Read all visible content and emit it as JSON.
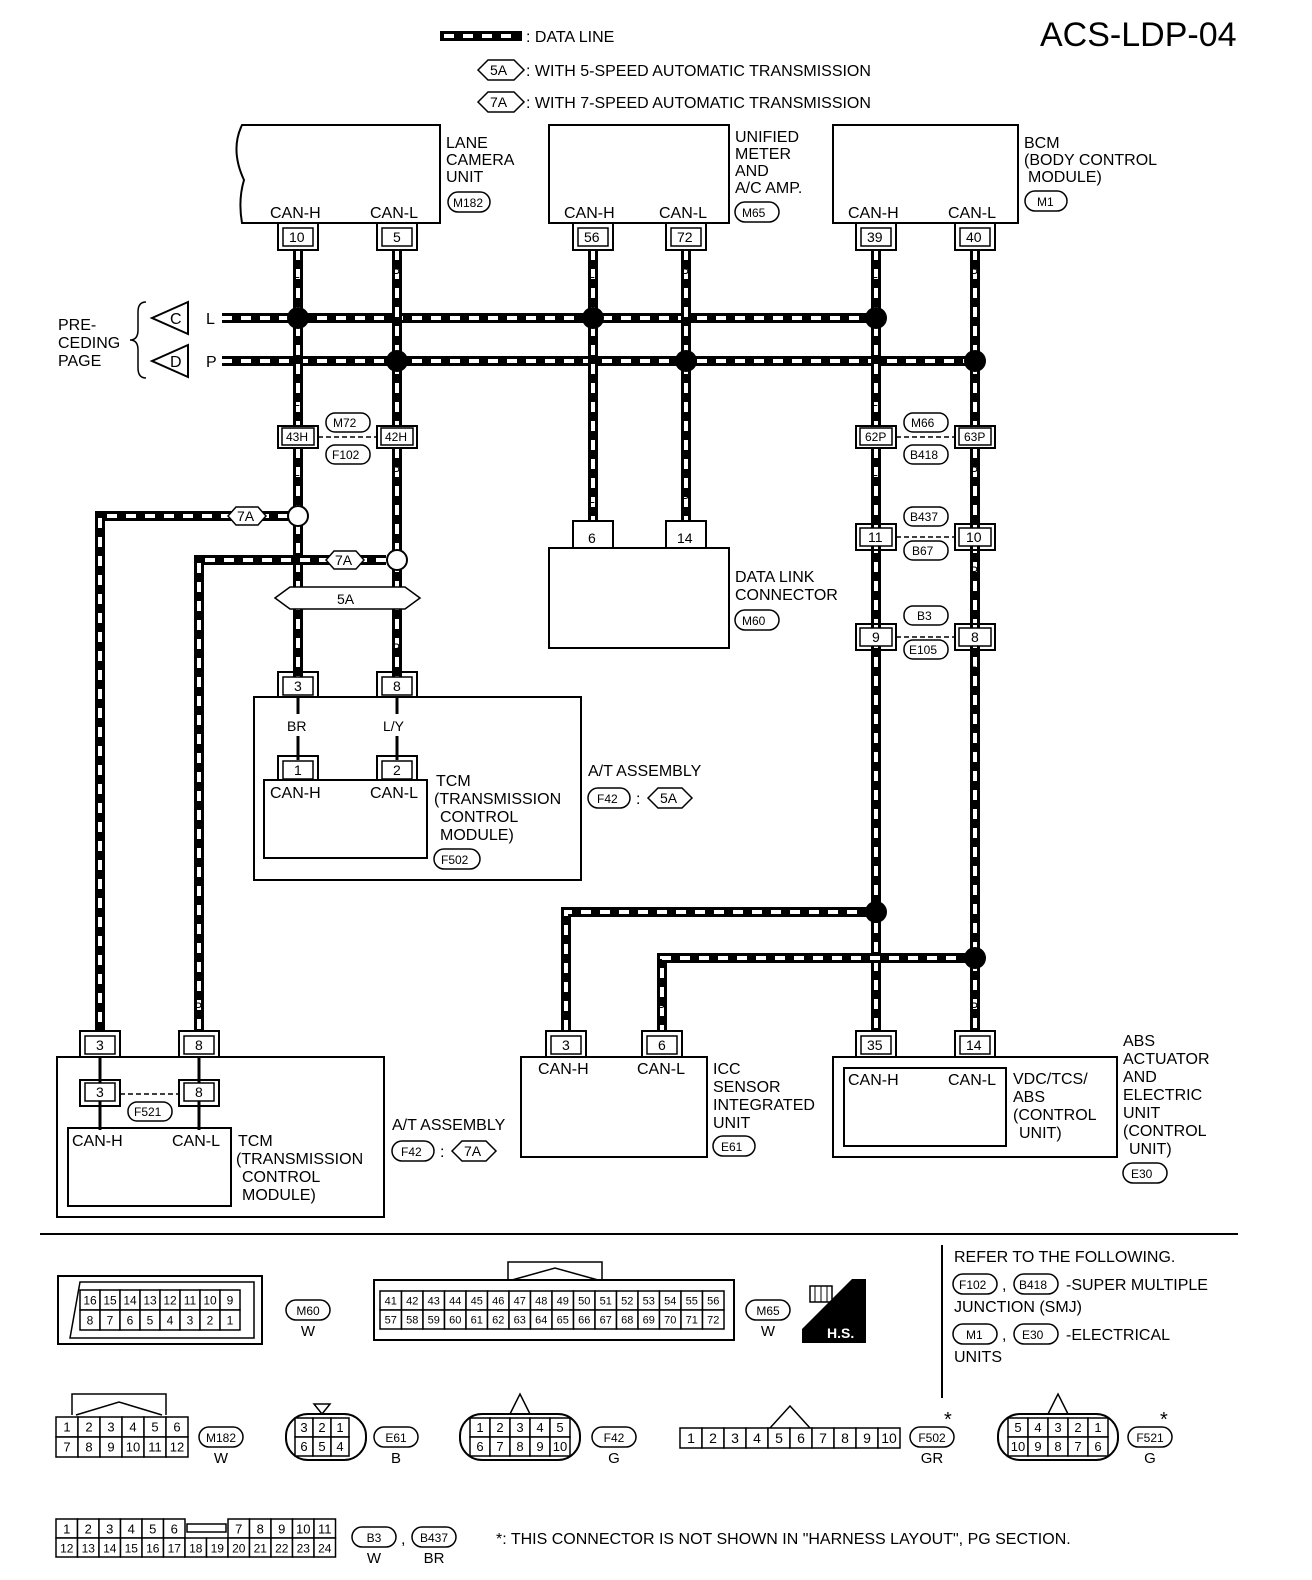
{
  "diagram_id": "ACS-LDP-04",
  "legend": {
    "data_line": ": DATA LINE",
    "opt_5a": ": WITH 5-SPEED AUTOMATIC TRANSMISSION",
    "opt_7a": ": WITH 7-SPEED AUTOMATIC TRANSMISSION",
    "tag_5a": "5A",
    "tag_7a": "7A"
  },
  "preceding_page": {
    "line1": "PRE-",
    "line2": "CEDING",
    "line3": "PAGE",
    "c": "C",
    "d": "D"
  },
  "colors": {
    "l": "L",
    "p": "P",
    "br": "BR",
    "ly": "L/Y"
  },
  "can_h": "CAN-H",
  "can_l": "CAN-L",
  "lane_camera": {
    "l1": "LANE",
    "l2": "CAMERA",
    "l3": "UNIT",
    "conn": "M182",
    "pin_h": "10",
    "pin_l": "5"
  },
  "meter": {
    "l1": "UNIFIED",
    "l2": "METER",
    "l3": "AND",
    "l4": "A/C AMP.",
    "conn": "M65",
    "pin_h": "56",
    "pin_l": "72"
  },
  "bcm": {
    "l1": "BCM",
    "l2": "(BODY CONTROL",
    "l3": "MODULE)",
    "conn": "M1",
    "pin_h": "39",
    "pin_l": "40"
  },
  "junction_m72": {
    "a": "M72",
    "b": "F102",
    "pin_h": "43H",
    "pin_l": "42H"
  },
  "junction_m66": {
    "a": "M66",
    "b": "B418",
    "pin_h": "62P",
    "pin_l": "63P"
  },
  "junction_b437": {
    "a": "B437",
    "b": "B67",
    "pin_h": "11",
    "pin_l": "10"
  },
  "junction_b3": {
    "a": "B3",
    "b": "E105",
    "pin_h": "9",
    "pin_l": "8"
  },
  "dlc": {
    "l1": "DATA LINK",
    "l2": "CONNECTOR",
    "conn": "M60",
    "pin_h": "6",
    "pin_l": "14"
  },
  "tcm5": {
    "assembly": "A/T ASSEMBLY",
    "assembly_conn": "F42",
    "opt": "5A",
    "outer_h": "3",
    "outer_l": "8",
    "inner_h": "1",
    "inner_l": "2",
    "l1": "TCM",
    "l2": "(TRANSMISSION",
    "l3": "CONTROL",
    "l4": "MODULE)",
    "conn": "F502"
  },
  "tcm7": {
    "assembly": "A/T ASSEMBLY",
    "assembly_conn": "F42",
    "opt": "7A",
    "outer_h": "3",
    "outer_l": "8",
    "inner_h": "3",
    "inner_l": "8",
    "inner_conn": "F521",
    "l1": "TCM",
    "l2": "(TRANSMISSION",
    "l3": "CONTROL",
    "l4": "MODULE)"
  },
  "icc": {
    "l1": "ICC",
    "l2": "SENSOR",
    "l3": "INTEGRATED",
    "l4": "UNIT",
    "conn": "E61",
    "pin_h": "3",
    "pin_l": "6"
  },
  "abs": {
    "l1": "ABS",
    "l2": "ACTUATOR",
    "l3": "AND",
    "l4": "ELECTRIC",
    "l5": "UNIT",
    "l6": "(CONTROL",
    "l7": "UNIT)",
    "conn": "E30",
    "pin_h": "35",
    "pin_l": "14",
    "i1": "VDC/TCS/",
    "i2": "ABS",
    "i3": "(CONTROL",
    "i4": "UNIT)"
  },
  "refer": {
    "title": "REFER TO THE FOLLOWING.",
    "c1": "F102",
    "c2": "B418",
    "smj": "-SUPER MULTIPLE",
    "smj2": "JUNCTION (SMJ)",
    "c3": "M1",
    "c4": "E30",
    "eu": "-ELECTRICAL",
    "eu2": "UNITS",
    "hs": "H.S."
  },
  "footnote": "*: THIS CONNECTOR IS NOT SHOWN IN \"HARNESS LAYOUT\", PG SECTION.",
  "connector_faces": {
    "m60": {
      "name": "M60",
      "color": "W",
      "top": [
        "16",
        "15",
        "14",
        "13",
        "12",
        "11",
        "10",
        "9"
      ],
      "bottom": [
        "8",
        "7",
        "6",
        "5",
        "4",
        "3",
        "2",
        "1"
      ]
    },
    "m65": {
      "name": "M65",
      "color": "W",
      "top": [
        "41",
        "42",
        "43",
        "44",
        "45",
        "46",
        "47",
        "48",
        "49",
        "50",
        "51",
        "52",
        "53",
        "54",
        "55",
        "56"
      ],
      "bottom": [
        "57",
        "58",
        "59",
        "60",
        "61",
        "62",
        "63",
        "64",
        "65",
        "66",
        "67",
        "68",
        "69",
        "70",
        "71",
        "72"
      ]
    },
    "m182": {
      "name": "M182",
      "color": "W",
      "top": [
        "1",
        "2",
        "3",
        "4",
        "5",
        "6"
      ],
      "bottom": [
        "7",
        "8",
        "9",
        "10",
        "11",
        "12"
      ]
    },
    "e61": {
      "name": "E61",
      "color": "B",
      "top": [
        "3",
        "2",
        "1"
      ],
      "bottom": [
        "6",
        "5",
        "4"
      ]
    },
    "f42": {
      "name": "F42",
      "color": "G",
      "top": [
        "1",
        "2",
        "3",
        "4",
        "5"
      ],
      "bottom": [
        "6",
        "7",
        "8",
        "9",
        "10"
      ]
    },
    "f502": {
      "name": "F502",
      "color": "GR",
      "star": "*",
      "top": [
        "1",
        "2",
        "3",
        "4",
        "5",
        "6",
        "7",
        "8",
        "9",
        "10"
      ]
    },
    "f521": {
      "name": "F521",
      "color": "G",
      "star": "*",
      "top": [
        "5",
        "4",
        "3",
        "2",
        "1"
      ],
      "bottom": [
        "10",
        "9",
        "8",
        "7",
        "6"
      ]
    },
    "b3": {
      "name": "B3",
      "color": "W",
      "name2": "B437",
      "color2": "BR",
      "comma": ",",
      "top": [
        "1",
        "2",
        "3",
        "4",
        "5",
        "6",
        "7",
        "8",
        "9",
        "10",
        "11"
      ],
      "bottom": [
        "12",
        "13",
        "14",
        "15",
        "16",
        "17",
        "18",
        "19",
        "20",
        "21",
        "22",
        "23",
        "24"
      ]
    }
  }
}
